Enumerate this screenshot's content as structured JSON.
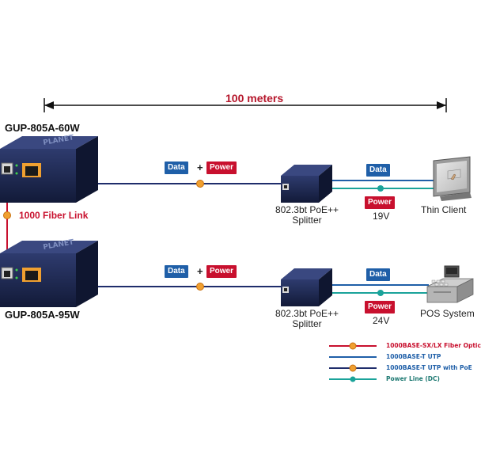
{
  "distance": {
    "label": "100 meters"
  },
  "devices": {
    "top_model": "GUP-805A-60W",
    "bottom_model": "GUP-805A-95W",
    "splitter_top": [
      "802.3bt PoE++",
      "Splitter"
    ],
    "splitter_bottom": [
      "802.3bt PoE++",
      "Splitter"
    ],
    "thin_client": "Thin Client",
    "pos_system": "POS System"
  },
  "fiber_link": {
    "label": "1000 Fiber Link"
  },
  "tags": {
    "data": "Data",
    "power": "Power",
    "plus": "+"
  },
  "voltages": {
    "top": "19V",
    "bottom": "24V"
  },
  "legend": [
    {
      "text": "1000BASE-SX/LX Fiber Optic",
      "line_color": "#c8102e",
      "text_color": "#c8102e"
    },
    {
      "text": "1000BASE-T UTP",
      "line_color": "#1f5fa8",
      "text_color": "#1f5fa8"
    },
    {
      "text": "1000BASE-T UTP with PoE",
      "line_color": "#1f2d6b",
      "text_color": "#1f5fa8"
    },
    {
      "text": "Power Line (DC)",
      "line_color": "#1aa39a",
      "text_color": "#1f7a73"
    }
  ],
  "colors": {
    "fiber": "#c8102e",
    "utp": "#1f5fa8",
    "utp_poe": "#1f2d6b",
    "dc": "#1aa39a",
    "device_body": "#1b2447"
  }
}
